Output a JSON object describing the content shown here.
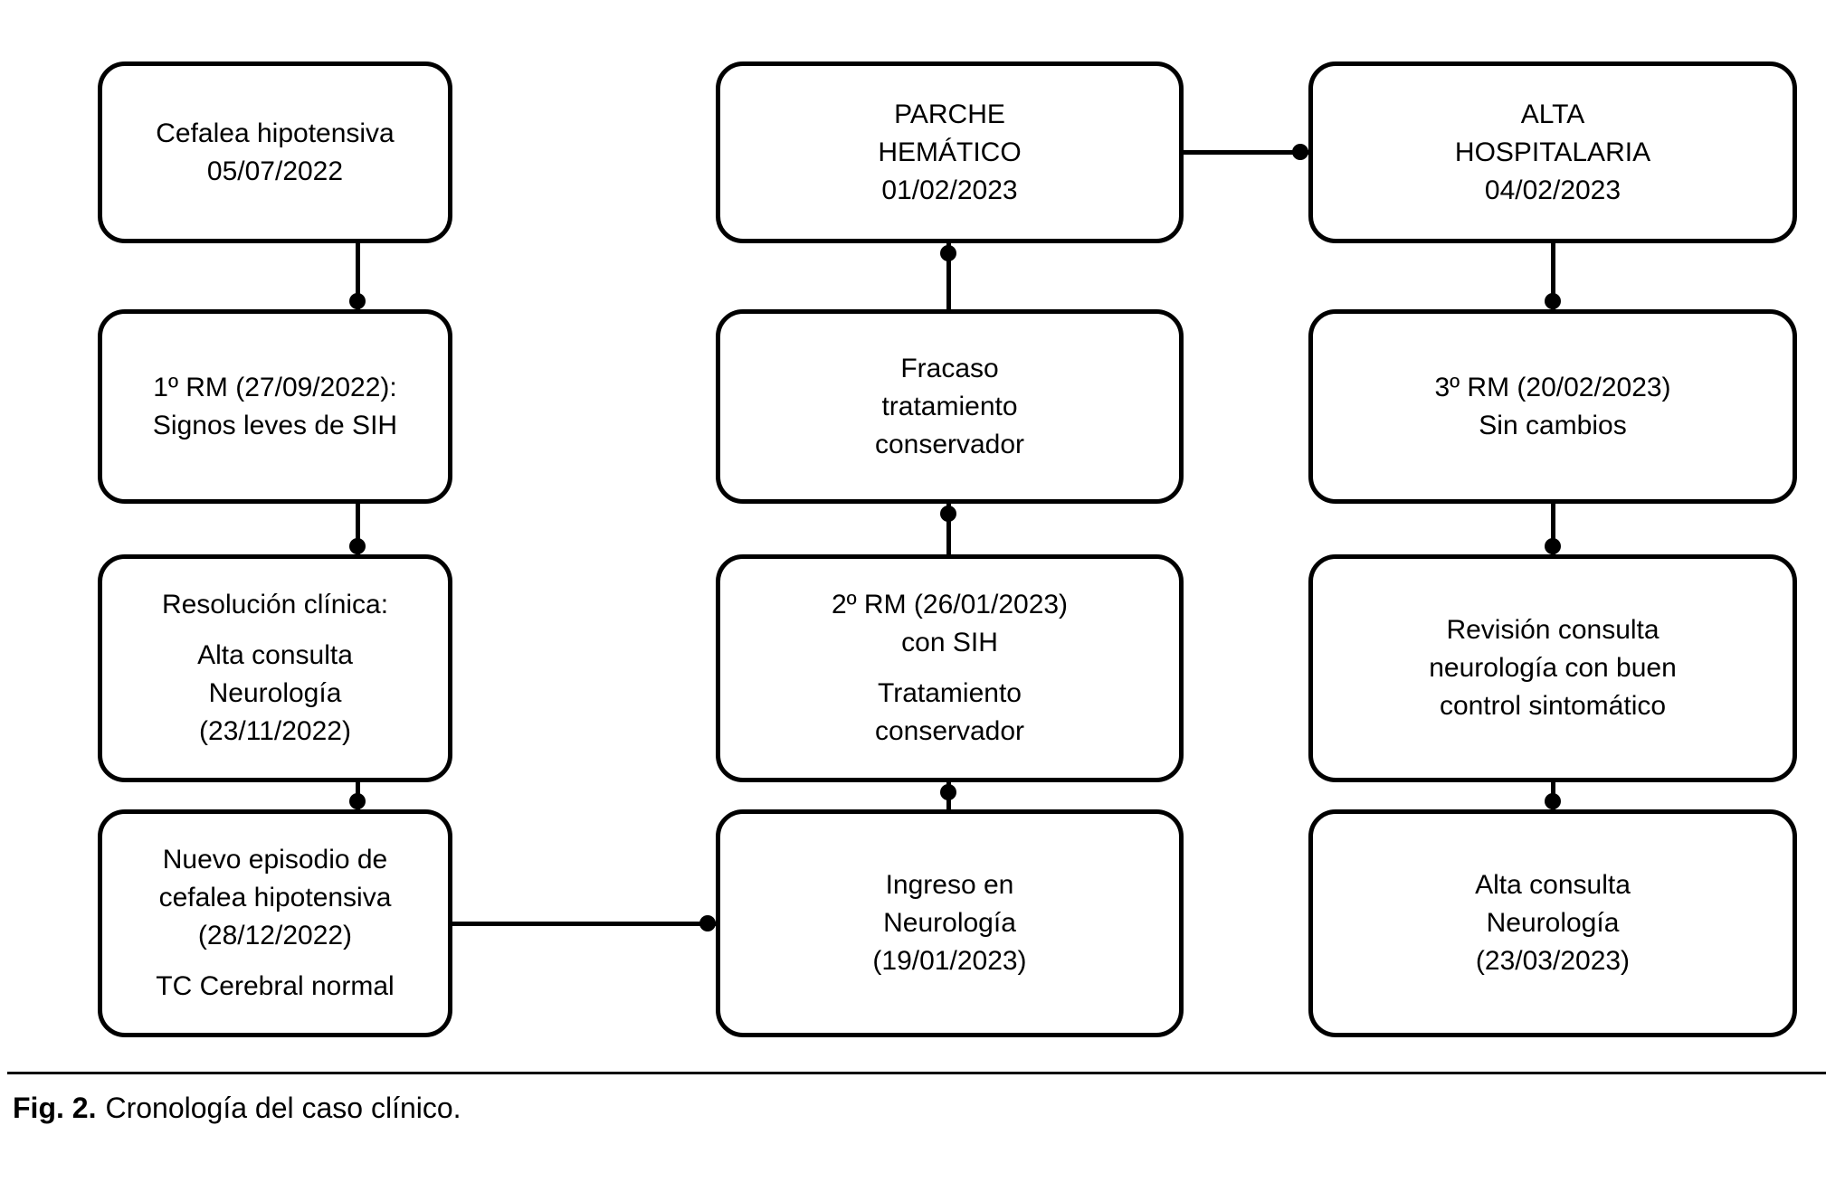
{
  "figure": {
    "caption_label": "Fig. 2.",
    "caption_text": "Cronología del caso clínico."
  },
  "diagram": {
    "type": "flowchart-timeline",
    "colors": {
      "line": "#000000",
      "background": "#ffffff",
      "text": "#000000"
    },
    "boxes": [
      {
        "id": "cefalea-hipotensiva",
        "paragraphs": [
          [
            "Cefalea hipotensiva",
            "05/07/2022"
          ]
        ]
      },
      {
        "id": "primera-rm",
        "paragraphs": [
          [
            "1º RM (27/09/2022):",
            "Signos leves de SIH"
          ]
        ]
      },
      {
        "id": "resolucion-clinica",
        "paragraphs": [
          [
            "Resolución clínica:"
          ],
          [
            "Alta consulta",
            "Neurología",
            "(23/11/2022)"
          ]
        ]
      },
      {
        "id": "nuevo-episodio",
        "paragraphs": [
          [
            "Nuevo episodio de",
            "cefalea hipotensiva",
            "(28/12/2022)"
          ],
          [
            "TC Cerebral normal"
          ]
        ]
      },
      {
        "id": "parche-hematico",
        "paragraphs": [
          [
            "PARCHE",
            "HEMÁTICO",
            "01/02/2023"
          ]
        ]
      },
      {
        "id": "fracaso-tratamiento",
        "paragraphs": [
          [
            "Fracaso",
            "tratamiento",
            "conservador"
          ]
        ]
      },
      {
        "id": "segunda-rm",
        "paragraphs": [
          [
            "2º RM (26/01/2023)",
            "con SIH"
          ],
          [
            "Tratamiento",
            "conservador"
          ]
        ]
      },
      {
        "id": "ingreso-neurologia",
        "paragraphs": [
          [
            "Ingreso en",
            "Neurología",
            "(19/01/2023)"
          ]
        ]
      },
      {
        "id": "alta-hospitalaria",
        "paragraphs": [
          [
            "ALTA",
            "HOSPITALARIA",
            "04/02/2023"
          ]
        ]
      },
      {
        "id": "tercera-rm",
        "paragraphs": [
          [
            "3º RM (20/02/2023)",
            "Sin cambios"
          ]
        ]
      },
      {
        "id": "revision-consulta",
        "paragraphs": [
          [
            "Revisión consulta",
            "neurología con buen",
            "control sintomático"
          ]
        ]
      },
      {
        "id": "alta-consulta",
        "paragraphs": [
          [
            "Alta consulta",
            "Neurología",
            "(23/03/2023)"
          ]
        ]
      }
    ]
  }
}
